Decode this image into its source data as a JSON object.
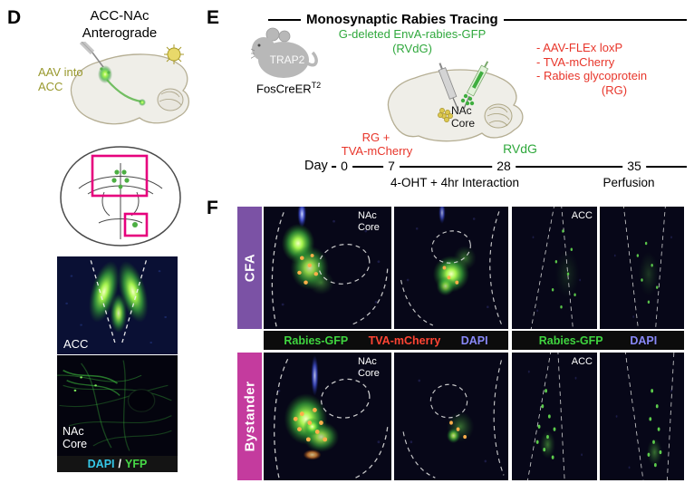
{
  "panel_d": {
    "label": "D",
    "title": "ACC-NAc Anterograde",
    "aav_label": "AAV into ACC",
    "acc_label": "ACC",
    "nac_label": "NAc Core",
    "legend_dapi": "DAPI",
    "legend_sep": "/",
    "legend_yfp": "YFP"
  },
  "panel_e": {
    "label": "E",
    "title": "Monosynaptic Rabies Tracing",
    "mouse_label": "TRAP2",
    "cre_label": "FosCreER",
    "cre_sup": "T2",
    "green_line1": "G-deleted EnvA-rabies-GFP",
    "green_line2": "(RVdG)",
    "red_line1": "- AAV-FLEx loxP",
    "red_line2": "- TVA-mCherry",
    "red_line3": "- Rabies glycoprotein",
    "red_line4": "(RG)",
    "brain_nac_label": "NAc Core",
    "rg_label": "RG +",
    "tva_label": "TVA-mCherry",
    "rvdg_label": "RVdG",
    "day_label": "Day",
    "tick0": "0",
    "tick7": "7",
    "tick28": "28",
    "tick35": "35",
    "interaction_label": "4-OHT + 4hr Interaction",
    "perfusion_label": "Perfusion"
  },
  "panel_f": {
    "label": "F",
    "row1_group": "CFA",
    "row2_group": "Bystander",
    "nac_core_label": "NAc Core",
    "acc_label": "ACC",
    "legend_left": {
      "rabies": "Rabies-GFP",
      "tva": "TVA-mCherry",
      "dapi": "DAPI"
    },
    "legend_right": {
      "rabies": "Rabies-GFP",
      "dapi": "DAPI"
    }
  },
  "colors": {
    "cfa_bar": "#7b52a5",
    "bystander_bar": "#c43b9e",
    "gfp_green": "#2fa83c",
    "mcherry_red": "#e8352a",
    "dapi_cyan": "#35c8e8",
    "dapi_blue": "#8888f8",
    "yfp_green": "#46d846",
    "aav_olive": "#99992e",
    "box_magenta": "#e6007d"
  }
}
